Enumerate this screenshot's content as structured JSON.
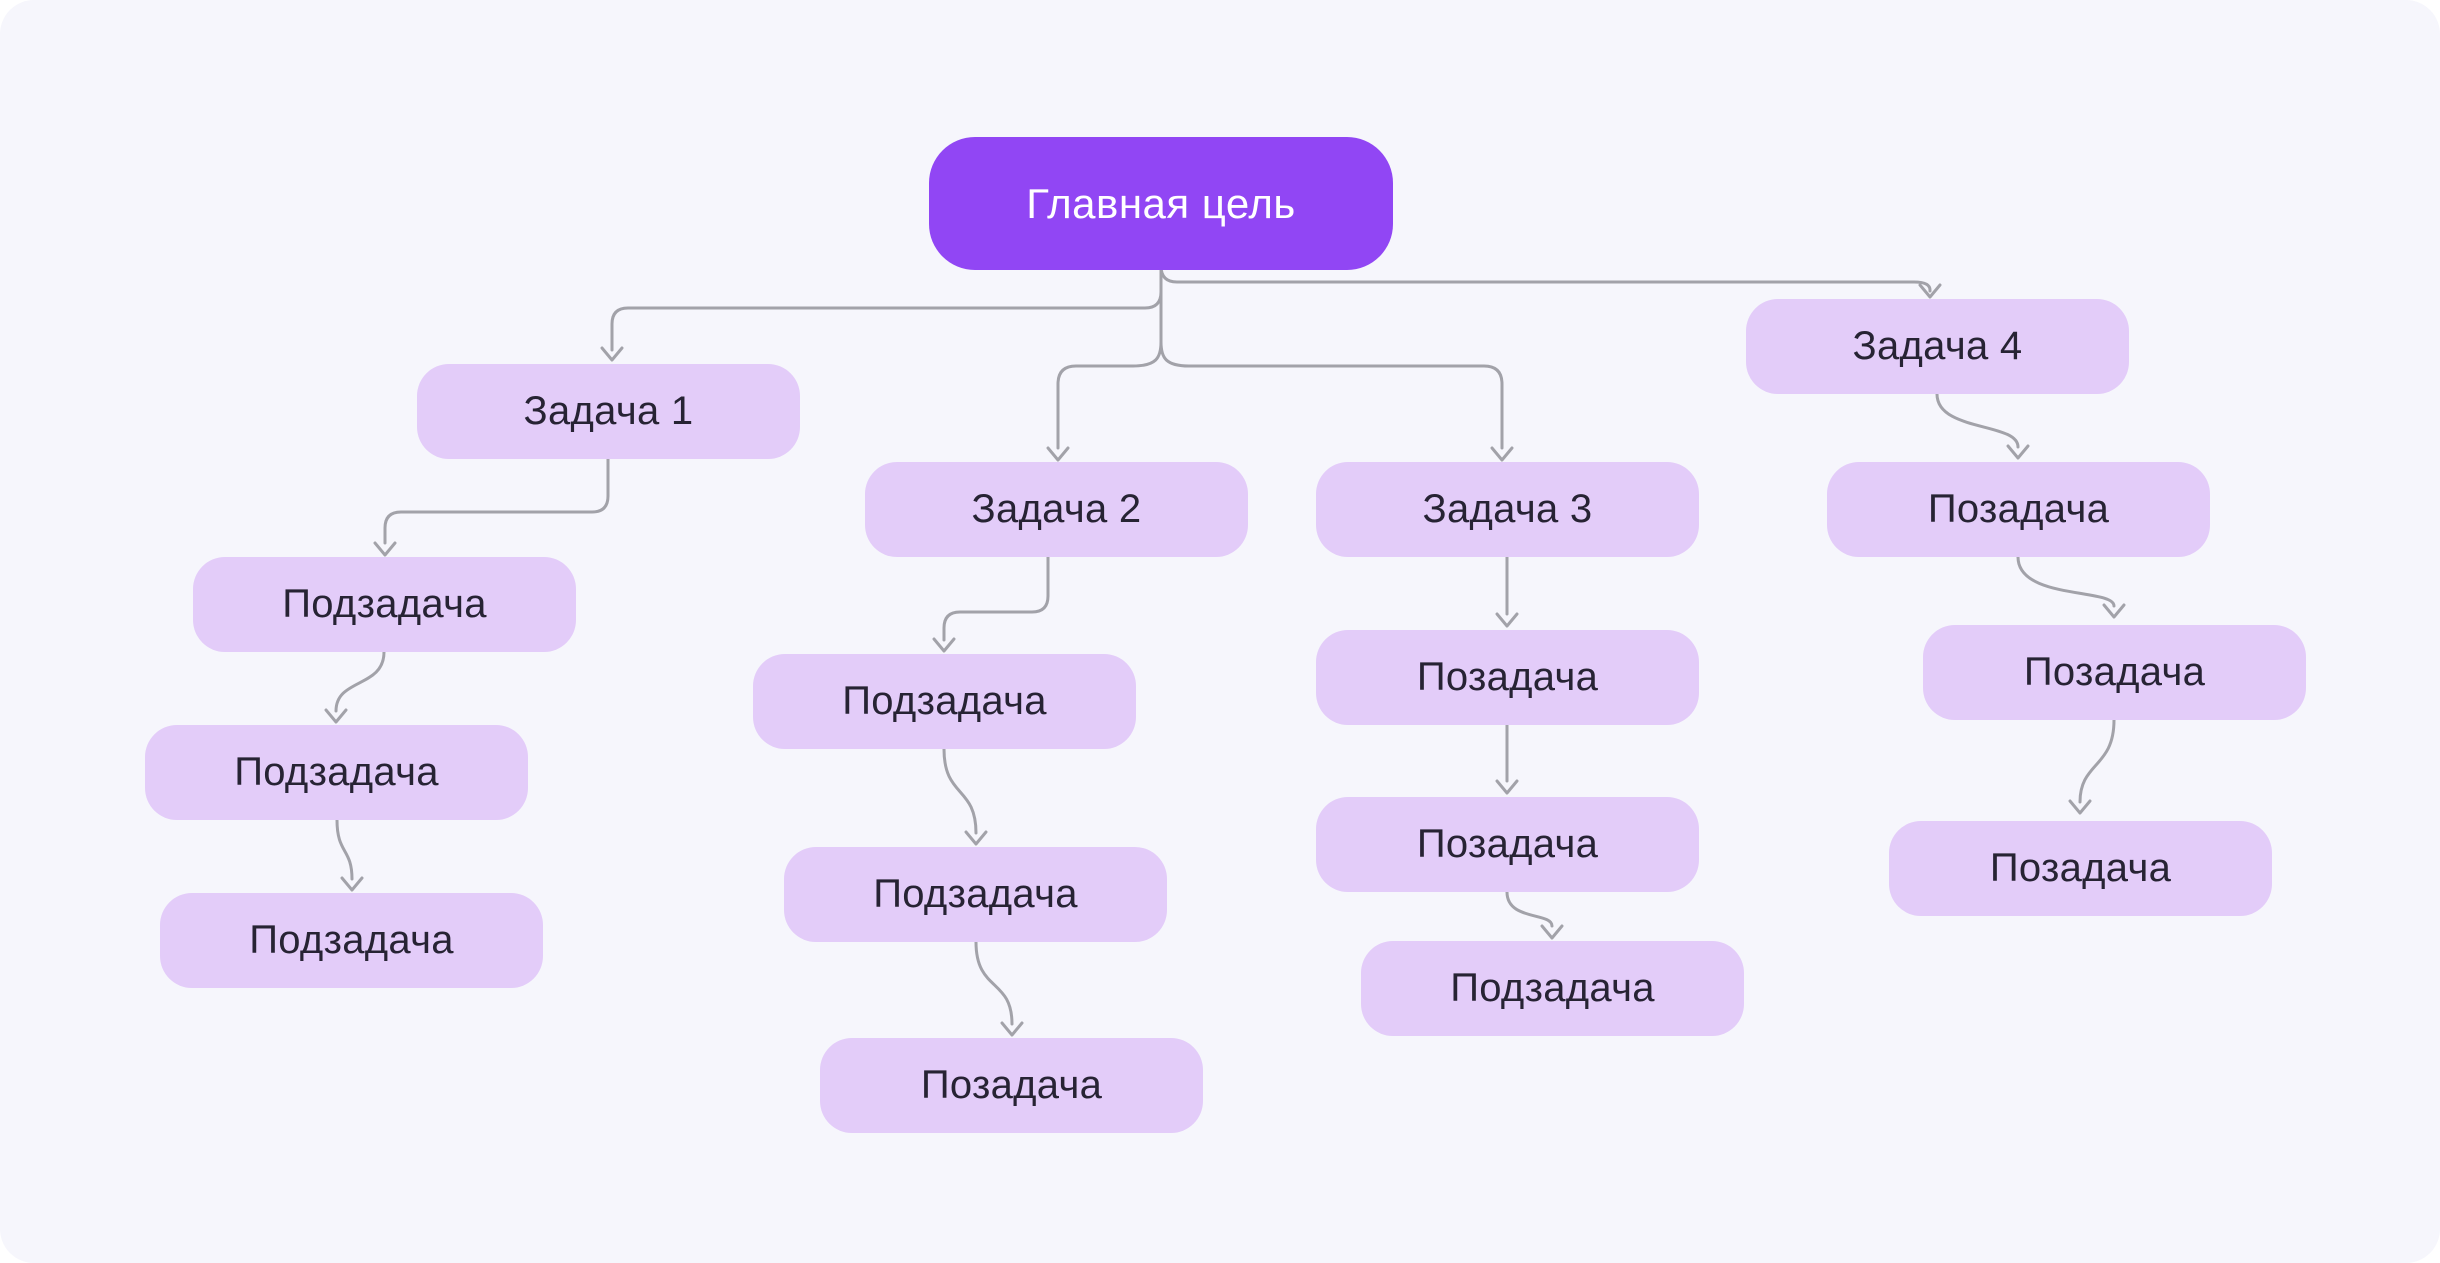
{
  "canvas": {
    "background_color": "#F6F6FC",
    "outside_color": "#FFFFFF"
  },
  "colors": {
    "primary_node_fill": "#9146F4",
    "primary_node_text": "#FFFFFF",
    "secondary_node_fill": "#E3CCF9",
    "secondary_node_text": "#272334",
    "connector": "#A2A2A9"
  },
  "nodes": [
    {
      "id": "main-goal",
      "label": "Главная цель",
      "level": "primary"
    },
    {
      "id": "task-1",
      "label": "Задача 1",
      "level": "secondary"
    },
    {
      "id": "task-1-sub-1",
      "label": "Подзадача",
      "level": "secondary"
    },
    {
      "id": "task-1-sub-2",
      "label": "Подзадача",
      "level": "secondary"
    },
    {
      "id": "task-1-sub-3",
      "label": "Подзадача",
      "level": "secondary"
    },
    {
      "id": "task-2",
      "label": "Задача 2",
      "level": "secondary"
    },
    {
      "id": "task-2-sub-1",
      "label": "Подзадача",
      "level": "secondary"
    },
    {
      "id": "task-2-sub-2",
      "label": "Подзадача",
      "level": "secondary"
    },
    {
      "id": "task-2-sub-3",
      "label": "Позадача",
      "level": "secondary"
    },
    {
      "id": "task-3",
      "label": "Задача 3",
      "level": "secondary"
    },
    {
      "id": "task-3-sub-1",
      "label": "Позадача",
      "level": "secondary"
    },
    {
      "id": "task-3-sub-2",
      "label": "Позадача",
      "level": "secondary"
    },
    {
      "id": "task-3-sub-3",
      "label": "Подзадача",
      "level": "secondary"
    },
    {
      "id": "task-4",
      "label": "Задача 4",
      "level": "secondary"
    },
    {
      "id": "task-4-sub-1",
      "label": "Позадача",
      "level": "secondary"
    },
    {
      "id": "task-4-sub-2",
      "label": "Позадача",
      "level": "secondary"
    },
    {
      "id": "task-4-sub-3",
      "label": "Позадача",
      "level": "secondary"
    }
  ],
  "edges": [
    {
      "from": "main-goal",
      "to": "task-1"
    },
    {
      "from": "main-goal",
      "to": "task-2"
    },
    {
      "from": "main-goal",
      "to": "task-3"
    },
    {
      "from": "main-goal",
      "to": "task-4"
    },
    {
      "from": "task-1",
      "to": "task-1-sub-1"
    },
    {
      "from": "task-1-sub-1",
      "to": "task-1-sub-2"
    },
    {
      "from": "task-1-sub-2",
      "to": "task-1-sub-3"
    },
    {
      "from": "task-2",
      "to": "task-2-sub-1"
    },
    {
      "from": "task-2-sub-1",
      "to": "task-2-sub-2"
    },
    {
      "from": "task-2-sub-2",
      "to": "task-2-sub-3"
    },
    {
      "from": "task-3",
      "to": "task-3-sub-1"
    },
    {
      "from": "task-3-sub-1",
      "to": "task-3-sub-2"
    },
    {
      "from": "task-3-sub-2",
      "to": "task-3-sub-3"
    },
    {
      "from": "task-4",
      "to": "task-4-sub-1"
    },
    {
      "from": "task-4-sub-1",
      "to": "task-4-sub-2"
    },
    {
      "from": "task-4-sub-2",
      "to": "task-4-sub-3"
    }
  ]
}
